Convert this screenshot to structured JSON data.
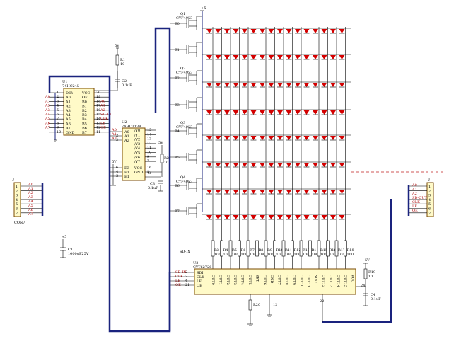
{
  "u1": {
    "ref": "U1",
    "part": "74HC245",
    "left_pins": [
      "DIR",
      "A0",
      "A1",
      "A2",
      "A3",
      "A4",
      "A5",
      "A6",
      "A7",
      "GND"
    ],
    "right_pins": [
      "VCC",
      "OE",
      "B0",
      "B1",
      "B2",
      "B3",
      "B4",
      "B5",
      "B6",
      "B7"
    ],
    "left_nums": [
      "1",
      "2",
      "3",
      "4",
      "5",
      "6",
      "7",
      "8",
      "9",
      "10"
    ],
    "right_nums": [
      "20",
      "19",
      "18",
      "17",
      "16",
      "15",
      "14",
      "13",
      "12",
      "11"
    ],
    "left_nets": [
      "A0",
      "A1",
      "A2",
      "A3",
      "A4",
      "A5",
      "A6",
      "A7"
    ],
    "right_nets": [
      "A0",
      "A1",
      "A2",
      "SD-IN",
      "CLK",
      "LE",
      "OE",
      ""
    ]
  },
  "r1": {
    "ref": "R1",
    "value": "10",
    "supply": "5V"
  },
  "c2": {
    "ref": "C2",
    "value": "0.1uF"
  },
  "u2": {
    "ref": "U2",
    "part": "74HCT138",
    "left_pins": [
      "A0",
      "A1",
      "A2",
      "E3",
      "E1",
      "E1"
    ],
    "right_pins": [
      "/Y0",
      "/Y1",
      "/Y2",
      "/Y3",
      "/Y4",
      "/Y5",
      "/Y6",
      "/Y7",
      "VCC",
      "GND"
    ],
    "left_nums": [
      "1",
      "2",
      "3",
      "6",
      "4",
      "5"
    ],
    "right_nums": [
      "15",
      "14",
      "13",
      "12",
      "11",
      "10",
      "9",
      "7",
      "16",
      "8"
    ],
    "nets": [
      "A0",
      "A1",
      "A2"
    ]
  },
  "r2": {
    "ref": "R2",
    "value": "10",
    "supply": "5V"
  },
  "c3": {
    "ref": "C3",
    "value": "0.1uF"
  },
  "j1": {
    "ref": "J",
    "pins": [
      "1",
      "2",
      "3",
      "4",
      "5",
      "6",
      "7"
    ],
    "nets": [
      "A0",
      "A1",
      "A2",
      "A3",
      "A4",
      "A5",
      "A6",
      "A7"
    ],
    "name": "CON7"
  },
  "c1": {
    "ref": "C1",
    "value": "1000uF25V",
    "supply": "+5"
  },
  "j2": {
    "ref": "J",
    "pins": [
      "1",
      "2",
      "3",
      "4",
      "5",
      "6",
      "7"
    ],
    "nets": [
      "A0",
      "A1",
      "A2",
      "SD-OUT",
      "CLK",
      "LE",
      "OE"
    ]
  },
  "mosfets": [
    {
      "ref": "Q1",
      "part": "CYF4953",
      "gates": [
        "B0",
        "B1"
      ]
    },
    {
      "ref": "Q2",
      "part": "CYF4953",
      "gates": [
        "B2",
        "B3"
      ]
    },
    {
      "ref": "Q3",
      "part": "CYF4953",
      "gates": [
        "B4",
        "B5"
      ]
    },
    {
      "ref": "Q4",
      "part": "CYF4953",
      "gates": [
        "B6",
        "B7"
      ]
    }
  ],
  "vplus": "+5",
  "u3": {
    "ref": "U3",
    "part": "CYT62726",
    "label": "SD-IN",
    "left_pins": [
      "SDI",
      "CLK",
      "LE",
      "OE"
    ],
    "left_nums": [
      "2",
      "3",
      "4",
      "21"
    ],
    "left_nets": [
      "SD-IN",
      "CLK",
      "LE",
      "OE"
    ],
    "bottom_pins": [
      "OUT0",
      "OUT1",
      "OUT2",
      "OUT3",
      "OUT4",
      "OUT5",
      "SET",
      "OUT6",
      "GND",
      "OUT7",
      "OUT8",
      "OUT9",
      "OUT10",
      "OUT11",
      "SDO",
      "OUT12",
      "OUT13",
      "OUT14",
      "OUT15",
      "VCC"
    ],
    "vcc_num": "24",
    "sdo_num": "22"
  },
  "col_resistors": {
    "refs": [
      "R3",
      "R4",
      "R5",
      "R6",
      "R7",
      "R8",
      "R9",
      "R10",
      "R11",
      "R12",
      "R13",
      "R14",
      "R15",
      "R16",
      "R17",
      "R18"
    ],
    "value": "100"
  },
  "r19": {
    "ref": "R19",
    "value": "10",
    "supply": "5V"
  },
  "c4": {
    "ref": "C4",
    "value": "0.1uF"
  },
  "r20": {
    "ref": "R20"
  },
  "gnd_pins": [
    "8",
    "12"
  ]
}
